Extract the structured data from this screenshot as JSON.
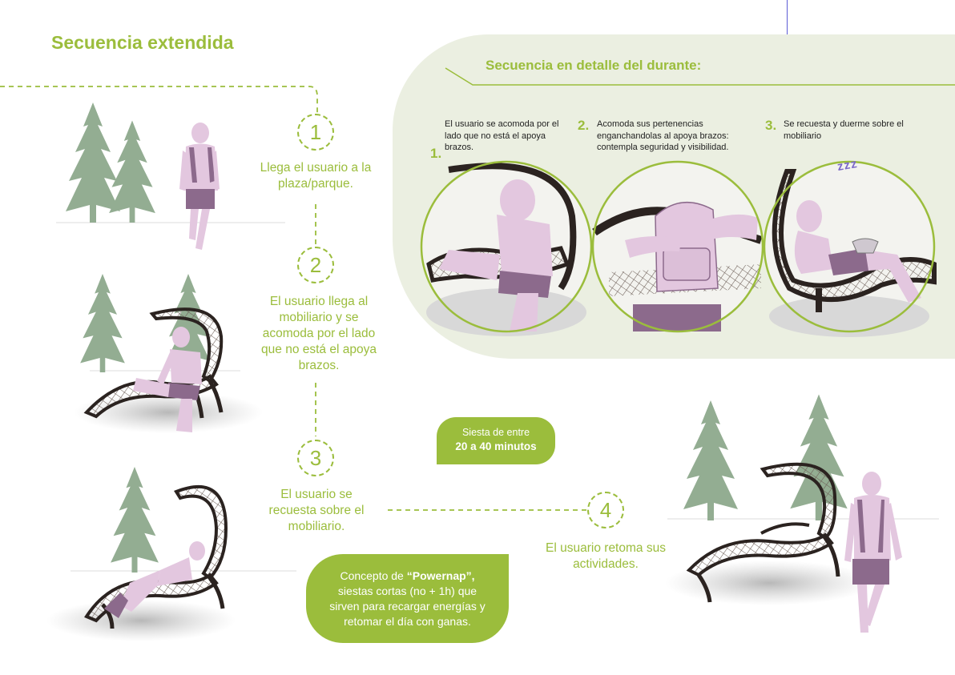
{
  "title": "Secuencia extendida",
  "detail": {
    "title": "Secuencia en detalle del durante:",
    "steps": [
      {
        "num": "1.",
        "text": "El usuario se acomoda por el lado que no está el apoya brazos."
      },
      {
        "num": "2.",
        "text": "Acomoda sus pertenencias enganchandolas al apoya brazos: contempla seguridad y visibilidad."
      },
      {
        "num": "3.",
        "text": "Se recuesta y duerme sobre el mobiliario"
      }
    ],
    "sleep_text": "zzz"
  },
  "steps": [
    {
      "num": "1",
      "text": "Llega el usuario a la plaza/parque."
    },
    {
      "num": "2",
      "text": "El usuario llega al mobiliario y se acomoda por el lado que no está el apoya brazos."
    },
    {
      "num": "3",
      "text": "El usuario se recuesta sobre el mobiliario."
    },
    {
      "num": "4",
      "text": "El usuario retoma sus actividades."
    }
  ],
  "siesta": {
    "line1": "Siesta de entre",
    "line2": "20 a 40 minutos"
  },
  "powernap": {
    "prefix": "Concepto de ",
    "highlight": "“Powernap”,",
    "rest": "siestas cortas (no + 1h) que sirven para recargar energías y retomar el día con ganas."
  },
  "colors": {
    "accent": "#9bbd3c",
    "panel": "#ebefe1",
    "figure": "#e3c7df",
    "shorts": "#8c6a8c",
    "tree": "#93ad92"
  }
}
